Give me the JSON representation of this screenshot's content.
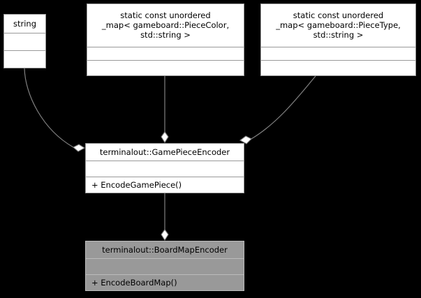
{
  "diagram": {
    "kind": "uml-class-diagram",
    "background_color": "#000000",
    "edge_color": "#808080",
    "classes": [
      {
        "id": "string",
        "name": "string",
        "attributes": "",
        "operations": "",
        "fill": "#ffffff",
        "border": "#999999"
      },
      {
        "id": "map-color",
        "name": "static const unordered\n_map< gameboard::PieceColor,\nstd::string >",
        "attributes": "",
        "operations": "",
        "fill": "#ffffff",
        "border": "#999999"
      },
      {
        "id": "map-type",
        "name": "static const unordered\n_map< gameboard::PieceType,\nstd::string >",
        "attributes": "",
        "operations": "",
        "fill": "#ffffff",
        "border": "#999999"
      },
      {
        "id": "gamepiece-encoder",
        "name": "terminalout::GamePieceEncoder",
        "attributes": "",
        "operations": "+ EncodeGamePiece()",
        "fill": "#ffffff",
        "border": "#999999"
      },
      {
        "id": "boardmap-encoder",
        "name": "terminalout::BoardMapEncoder",
        "attributes": "",
        "operations": "+ EncodeBoardMap()",
        "fill": "#999999",
        "border": "#bbbbbb"
      }
    ],
    "edges": [
      {
        "id": "string-to-gamepiece",
        "type": "aggregation",
        "from": "string",
        "to": "gamepiece-encoder",
        "marker": "open-diamond",
        "label": ""
      },
      {
        "id": "mapcolor-to-gamepiece",
        "type": "aggregation",
        "from": "map-color",
        "to": "gamepiece-encoder",
        "marker": "open-diamond",
        "label": ""
      },
      {
        "id": "maptype-to-gamepiece",
        "type": "aggregation",
        "from": "map-type",
        "to": "gamepiece-encoder",
        "marker": "open-diamond",
        "label": ""
      },
      {
        "id": "gamepiece-to-boardmap",
        "type": "aggregation",
        "from": "gamepiece-encoder",
        "to": "boardmap-encoder",
        "marker": "open-diamond",
        "label": ""
      }
    ]
  }
}
